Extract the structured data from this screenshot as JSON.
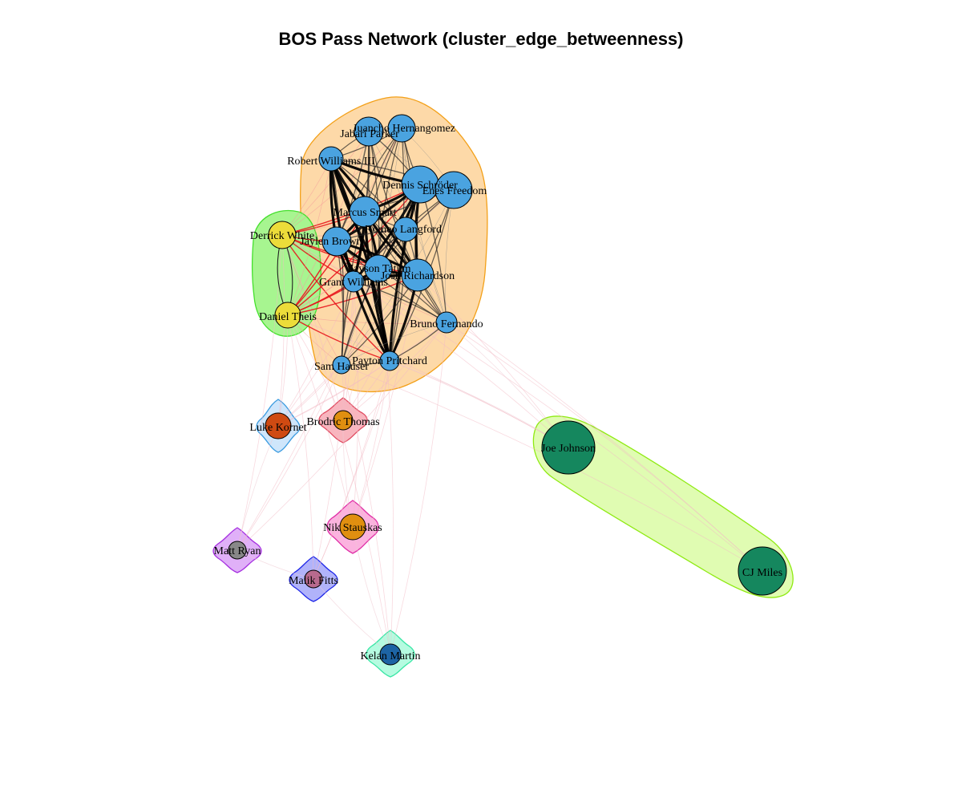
{
  "title": "BOS Pass Network (cluster_edge_betweenness)",
  "colors": {
    "core": "#4aa3e0",
    "yellow": "#ecdc3a",
    "green_dark": "#15875e",
    "luke": "#cf4a12",
    "orange": "#e08f10",
    "pink": "#b86a8e",
    "gray": "#888888",
    "navy": "#1d64a4"
  },
  "groups": [
    {
      "id": "core",
      "fill": "#fdd9a8",
      "stroke": "#f3a018",
      "members": [
        "Juancho Hernangomez",
        "Jabari Parker",
        "Robert Williams III",
        "Dennis Schröder",
        "Enes Freedom",
        "Marcus Smart",
        "Romeo Langford",
        "Jayson Tatum",
        "Josh Richardson",
        "Grant Williams",
        "Payton Pritchard",
        "Bruno Fernando",
        "Sam Hauser",
        "Jaylen Brown"
      ]
    },
    {
      "id": "yellow",
      "fill": "#a7f590",
      "stroke": "#45e02e",
      "members": [
        "Derrick White",
        "Daniel Theis"
      ]
    },
    {
      "id": "luke",
      "fill": "#cfe6fb",
      "stroke": "#3a9be0",
      "members": [
        "Luke Kornet"
      ]
    },
    {
      "id": "brodric",
      "fill": "#f8b5be",
      "stroke": "#e04a60",
      "members": [
        "Brodric Thomas"
      ]
    },
    {
      "id": "nik",
      "fill": "#fbb3df",
      "stroke": "#e02ea7",
      "members": [
        "Nik Stauskas"
      ]
    },
    {
      "id": "matt",
      "fill": "#e0b0f8",
      "stroke": "#a52ee0",
      "members": [
        "Matt Ryan"
      ]
    },
    {
      "id": "malik",
      "fill": "#b1b3fa",
      "stroke": "#1e26e8",
      "members": [
        "Malik Fitts"
      ]
    },
    {
      "id": "kelan",
      "fill": "#b5fbe0",
      "stroke": "#39e6a5",
      "members": [
        "Kelan Martin"
      ]
    },
    {
      "id": "joecj",
      "fill": "#e0fcb2",
      "stroke": "#8fea12",
      "members": [
        "Joe Johnson",
        "CJ Miles"
      ]
    }
  ],
  "nodes": [
    {
      "name": "Juancho Hernangomez",
      "color": "core"
    },
    {
      "name": "Jabari Parker",
      "color": "core"
    },
    {
      "name": "Robert Williams III",
      "color": "core"
    },
    {
      "name": "Dennis Schröder",
      "color": "core"
    },
    {
      "name": "Enes Freedom",
      "color": "core"
    },
    {
      "name": "Marcus Smart",
      "color": "core"
    },
    {
      "name": "Romeo Langford",
      "color": "core"
    },
    {
      "name": "Jaylen Brown",
      "color": "core"
    },
    {
      "name": "Jayson Tatum",
      "color": "core"
    },
    {
      "name": "Josh Richardson",
      "color": "core"
    },
    {
      "name": "Grant Williams",
      "color": "core"
    },
    {
      "name": "Bruno Fernando",
      "color": "core"
    },
    {
      "name": "Payton Pritchard",
      "color": "core"
    },
    {
      "name": "Sam Hauser",
      "color": "core"
    },
    {
      "name": "Derrick White",
      "color": "yellow"
    },
    {
      "name": "Daniel Theis",
      "color": "yellow"
    },
    {
      "name": "Luke Kornet",
      "color": "luke"
    },
    {
      "name": "Brodric Thomas",
      "color": "orange"
    },
    {
      "name": "Nik Stauskas",
      "color": "orange"
    },
    {
      "name": "Matt Ryan",
      "color": "gray"
    },
    {
      "name": "Malik Fitts",
      "color": "pink"
    },
    {
      "name": "Kelan Martin",
      "color": "navy"
    },
    {
      "name": "Joe Johnson",
      "color": "green_dark"
    },
    {
      "name": "CJ Miles",
      "color": "green_dark"
    }
  ]
}
